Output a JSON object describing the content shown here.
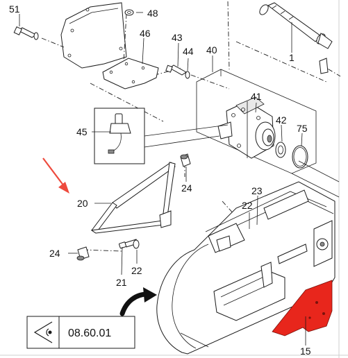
{
  "callouts": {
    "c51": "51",
    "c48": "48",
    "c46": "46",
    "c43": "43",
    "c44": "44",
    "c40": "40",
    "c1": "1",
    "c41": "41",
    "c45": "45",
    "c42": "42",
    "c75": "75",
    "c24a": "24",
    "c20": "20",
    "c23": "23",
    "c22a": "22",
    "c24b": "24",
    "c21": "21",
    "c22b": "22",
    "c15": "15"
  },
  "reference": {
    "label": "08.60.01",
    "icon": "eye-view-icon"
  },
  "colors": {
    "highlight_part": "#e8261c",
    "pointer_arrow": "#ee4a3d",
    "line": "#1a1a1a"
  }
}
